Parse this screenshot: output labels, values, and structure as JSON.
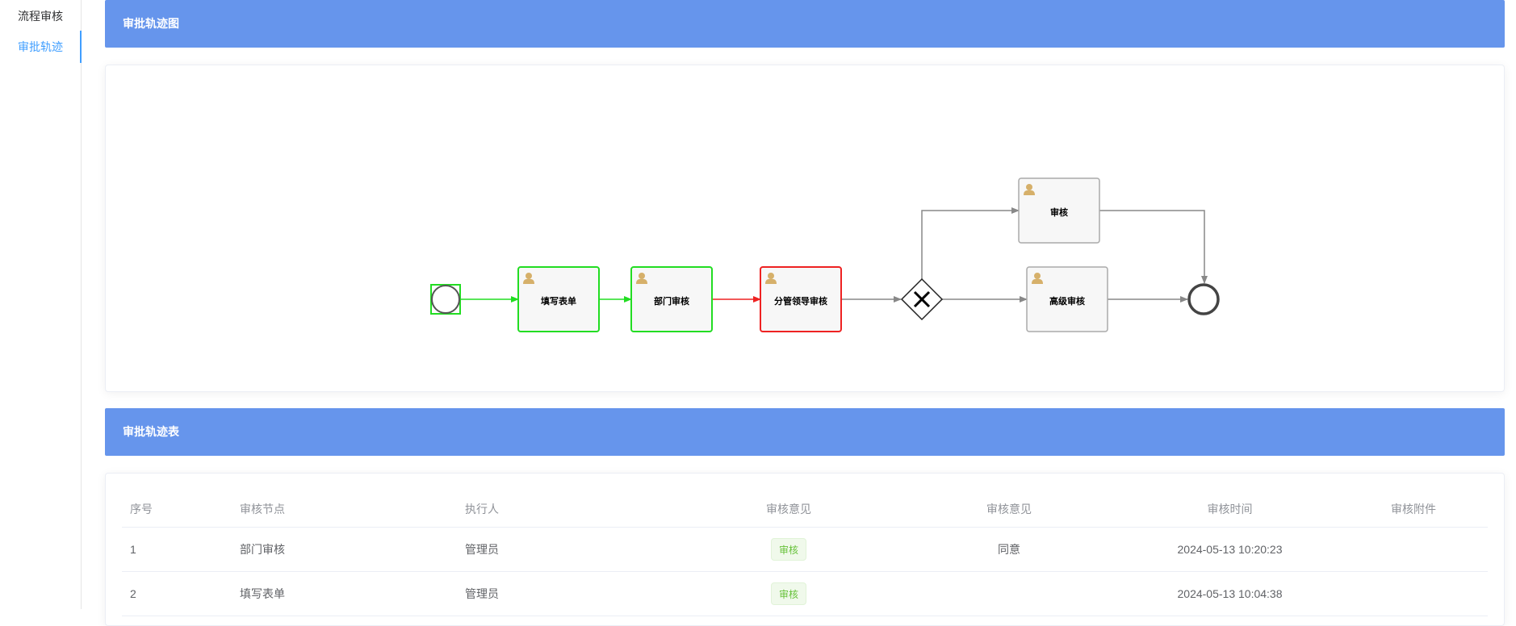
{
  "sidebar": {
    "items": [
      {
        "label": "流程审核"
      },
      {
        "label": "审批轨迹"
      }
    ]
  },
  "diagram_section": {
    "title": "审批轨迹图"
  },
  "diagram": {
    "nodes": {
      "fill_form": "填写表单",
      "dept_review": "部门审核",
      "leader_review": "分管领导审核",
      "review": "审核",
      "senior_review": "高级审核"
    },
    "colors": {
      "completed": "#22dd22",
      "current": "#ee2222",
      "pending": "#999999"
    }
  },
  "table_section": {
    "title": "审批轨迹表"
  },
  "table": {
    "headers": [
      "序号",
      "审核节点",
      "执行人",
      "审核意见",
      "审核意见",
      "审核时间",
      "审核附件"
    ],
    "rows": [
      {
        "index": "1",
        "node": "部门审核",
        "executor": "管理员",
        "status": "审核",
        "opinion": "同意",
        "time": "2024-05-13 10:20:23",
        "attachment": ""
      },
      {
        "index": "2",
        "node": "填写表单",
        "executor": "管理员",
        "status": "审核",
        "opinion": "",
        "time": "2024-05-13 10:04:38",
        "attachment": ""
      }
    ]
  }
}
